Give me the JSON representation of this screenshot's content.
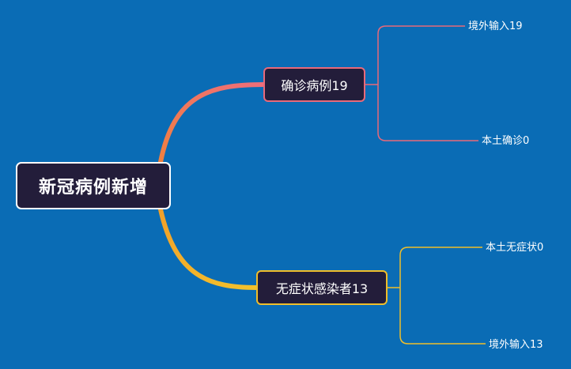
{
  "root": {
    "label": "新冠病例新增"
  },
  "branches": [
    {
      "label": "确诊病例19",
      "color": "#e8697a",
      "children": [
        {
          "label": "境外输入19"
        },
        {
          "label": "本土确诊0"
        }
      ]
    },
    {
      "label": "无症状感染者13",
      "color": "#f0be2a",
      "children": [
        {
          "label": "本土无症状0"
        },
        {
          "label": "境外输入13"
        }
      ]
    }
  ],
  "colors": {
    "background": "#0a6cb5",
    "node_fill": "#231d3a",
    "root_border": "#ffffff"
  }
}
